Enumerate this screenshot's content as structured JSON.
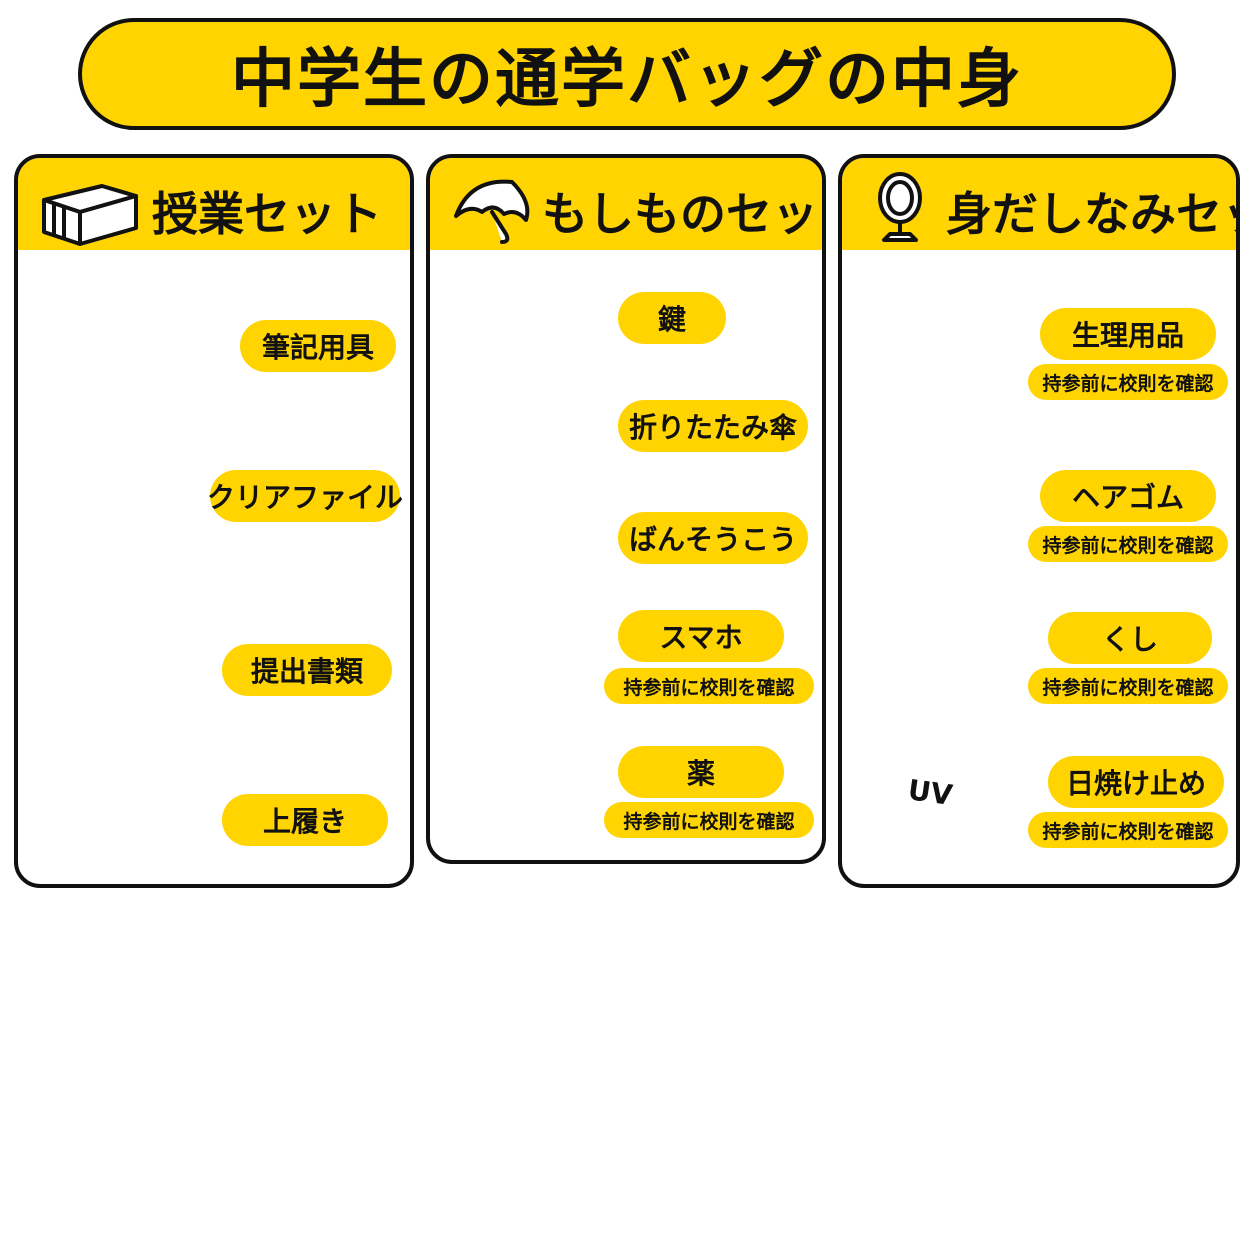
{
  "title": "中学生の通学バッグの中身",
  "panels": [
    {
      "title": "授業セット",
      "items": [
        {
          "label": "筆記用具"
        },
        {
          "label": "クリアファイル"
        },
        {
          "label": "提出書類"
        },
        {
          "label": "上履き"
        }
      ]
    },
    {
      "title": "もしものセット",
      "items": [
        {
          "label": "鍵"
        },
        {
          "label": "折りたたみ傘"
        },
        {
          "label": "ばんそうこう"
        },
        {
          "label": "スマホ",
          "note": "持参前に校則を確認"
        },
        {
          "label": "薬",
          "note": "持参前に校則を確認"
        }
      ]
    },
    {
      "title": "身だしなみセット",
      "items": [
        {
          "label": "生理用品",
          "note": "持参前に校則を確認"
        },
        {
          "label": "ヘアゴム",
          "note": "持参前に校則を確認"
        },
        {
          "label": "くし",
          "note": "持参前に校則を確認"
        },
        {
          "label": "日焼け止め",
          "note": "持参前に校則を確認"
        }
      ]
    }
  ],
  "illustration_text": {
    "sunscreen": "UV"
  },
  "colors": {
    "accent": "#FFD400",
    "ink": "#111111",
    "bag": "#141414"
  }
}
